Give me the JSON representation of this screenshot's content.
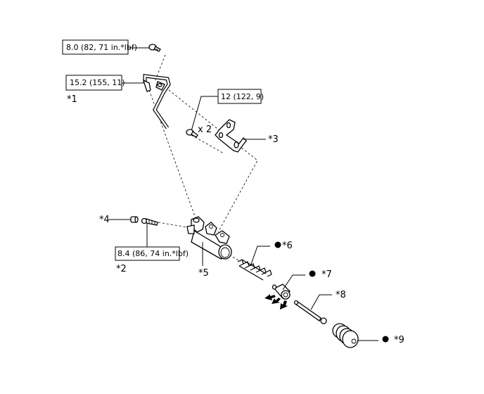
{
  "torque_specs": [
    {
      "id": "t1",
      "text": "8.0 (82, 71 in.*lbf)"
    },
    {
      "id": "t2",
      "text": "15.2 (155, 11)"
    },
    {
      "id": "t3",
      "text": "12 (122, 9)"
    },
    {
      "id": "t4",
      "text": "8.4 (86, 74 in.*lbf)"
    }
  ],
  "quantity_note": "x 2",
  "callouts": [
    {
      "id": "c1",
      "text": "*1"
    },
    {
      "id": "c2",
      "text": "*2"
    },
    {
      "id": "c3",
      "text": "*3"
    },
    {
      "id": "c4",
      "text": "*4"
    },
    {
      "id": "c5",
      "text": "*5"
    },
    {
      "id": "c6",
      "text": "*6"
    },
    {
      "id": "c7",
      "text": "*7"
    },
    {
      "id": "c8",
      "text": "*8"
    },
    {
      "id": "c9",
      "text": "*9"
    }
  ],
  "colors": {
    "line": "#000000",
    "background": "#ffffff"
  }
}
